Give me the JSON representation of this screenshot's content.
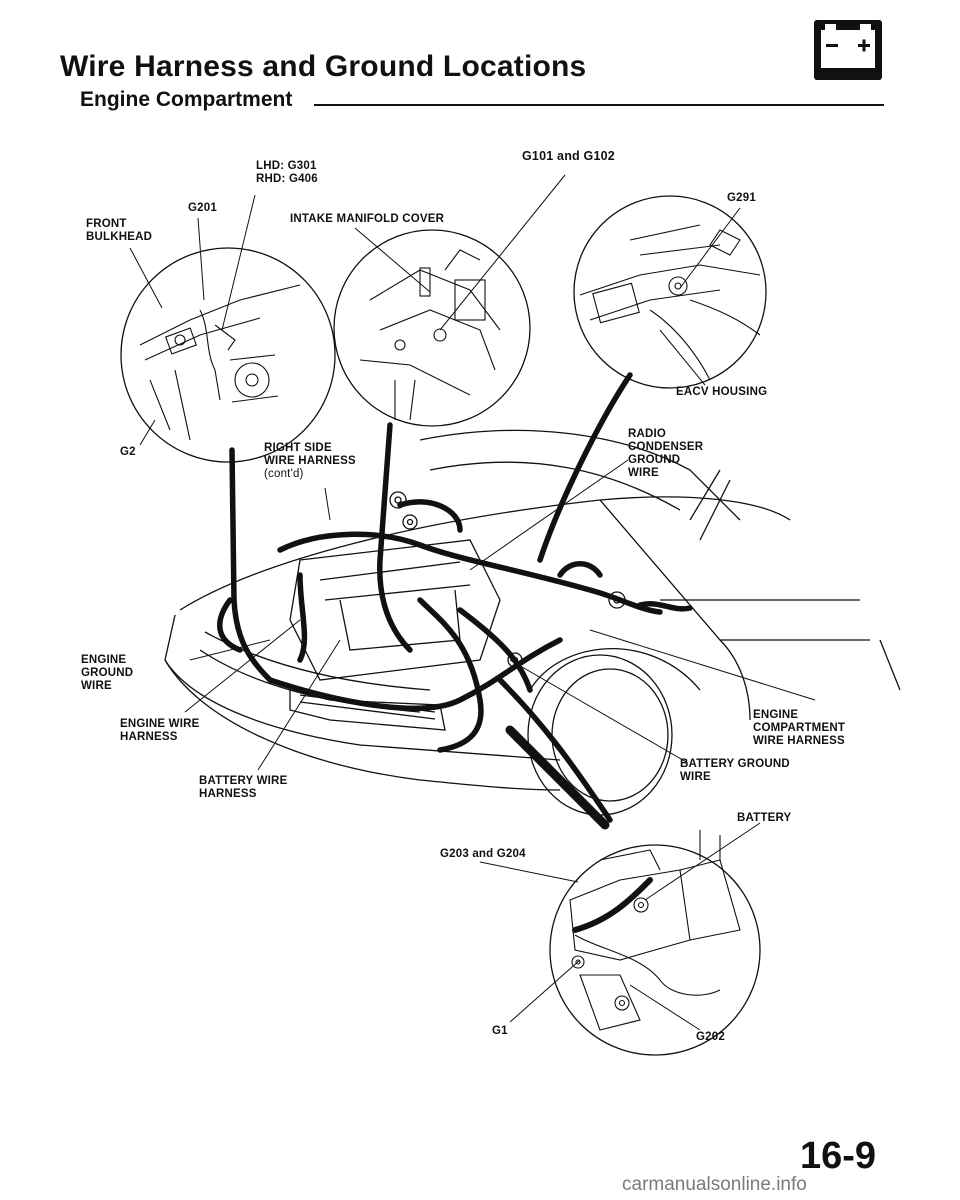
{
  "header": {
    "title": "Wire Harness and Ground Locations",
    "subtitle": "Engine Compartment",
    "icon": "battery-icon"
  },
  "labels": {
    "lhd": "LHD: G301",
    "rhd": "RHD: G406",
    "g101_g102": "G101 and G102",
    "g201": "G201",
    "front_bulkhead": [
      "FRONT",
      "BULKHEAD"
    ],
    "intake_manifold_cover": "INTAKE MANIFOLD COVER",
    "g291": "G291",
    "eacv_housing": "EACV HOUSING",
    "g2": "G2",
    "right_side_harness": [
      "RIGHT SIDE",
      "WIRE HARNESS",
      "(cont'd)"
    ],
    "radio_condenser": [
      "RADIO",
      "CONDENSER",
      "GROUND",
      "WIRE"
    ],
    "engine_ground_wire": [
      "ENGINE",
      "GROUND",
      "WIRE"
    ],
    "engine_wire_harness": [
      "ENGINE WIRE",
      "HARNESS"
    ],
    "engine_compartment_harness": [
      "ENGINE",
      "COMPARTMENT",
      "WIRE HARNESS"
    ],
    "battery_ground_wire": [
      "BATTERY GROUND",
      "WIRE"
    ],
    "battery_wire_harness": [
      "BATTERY WIRE",
      "HARNESS"
    ],
    "battery": "BATTERY",
    "g203_g204": "G203 and G204",
    "g1": "G1",
    "g202": "G202"
  },
  "footer": {
    "page_number": "16-9",
    "watermark": "carmanualsonline.info"
  }
}
